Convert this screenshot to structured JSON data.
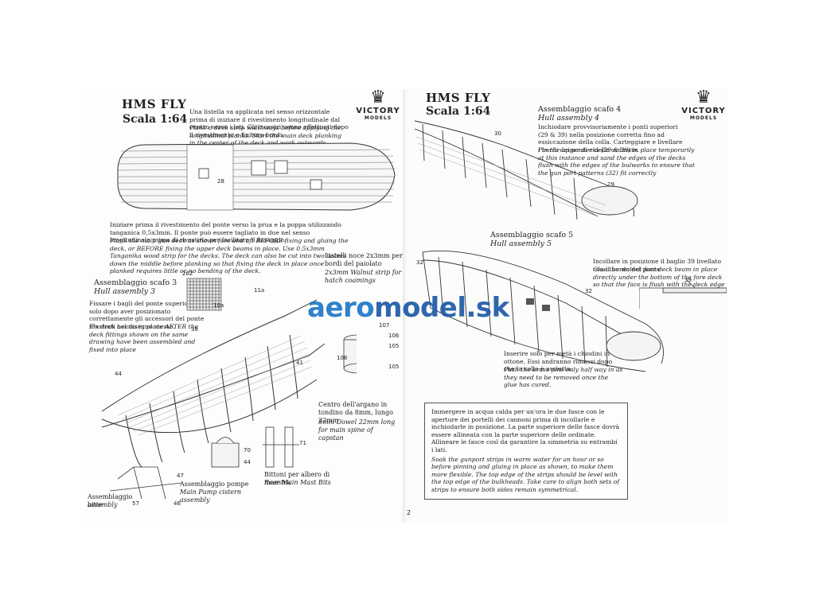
{
  "left_page": {
    "title": "HMS FLY",
    "scale": "Scala 1:64",
    "deck_note_it": "Una listella va applicata nel senso orizzontale prima di iniziare il rivestimento longitudinale dal centro verso i lati. Gli incastri vanno effettuati dopo il rivestimento e finitura bordi.",
    "deck_note_en": "Plank a deck strip widthways before applying the longitudinal planks. Start the main deck planking in the center of the deck and work outwards, trimming the edges and notched once planking is complete.",
    "planking_it": "Iniziare prima il rivestimento del ponte verso la prua e la poppa utilizzando tanganica 0,5x3mm. Il ponte può essere tagliato in due nel senso longitudinale prima di rivestirlo per facilitare il fissaggio.",
    "planking_en": "Plank the main gun deck as shown fore and aft BEFORE fixing and gluing the deck, or BEFORE fixing the upper deck beams in place. Use 0.5x3mm Tanganika wood strip for the decks. The deck can also be cut into two halves down the middle before planking so that fixing the deck in place once planked requires little or no bending of the deck.",
    "assembly_heading_it": "Assemblaggio scafo 3",
    "assembly_heading_en": "Hull assembly 3",
    "beams_it": "Fissare i bagli del ponte superiore solo dopo aver posizionato correttamente gli accessori del ponte illustrati nel disegno stesso.",
    "beams_en": "Fix deck beams in place AFTER the deck fittings shown on the same drawing have been assembled and fixed into place",
    "hatch_it": "Listelli noce 2x3mm per bordi del paiolato",
    "hatch_en": "2x3mm Walnut strip for hatch coamings",
    "capstan_it": "Centro dell'argano in tondino da 8mm, lungo 22mm",
    "capstan_en": "8mm Dowel 22mm long for main spine of capstan",
    "pump_it": "Assemblaggio pompe",
    "pump_en": "Main Pump cistern assembly",
    "bitts_it": "Bittoni per albero di maestra",
    "bitts_en": "Rear Main Mast Bits",
    "bitte_it": "Assemblaggio bitte",
    "bitte_en": "assembly",
    "part_numbers": [
      "28",
      "262",
      "10a",
      "11a",
      "38",
      "44",
      "41",
      "107",
      "106",
      "105",
      "108",
      "105",
      "70",
      "44",
      "71",
      "47",
      "57",
      "46"
    ]
  },
  "right_page": {
    "title": "HMS FLY",
    "scale": "Scala 1:64",
    "assembly4_it": "Assemblaggio scafo 4",
    "assembly4_en": "Hull assembly 4",
    "upper_deck_it": "Inchiodare provvisoriamente i ponti superiori (29 & 39) nella posizione corretta fino ad essiccazione della colla. Carteggiare e livellare i bordi dei ponti e delle ordinate.",
    "upper_deck_en": "Pin the upper decks (29 & 39) in place temporarily at this instance and sand the edges of the decks flush with the edges of the bulwarks to ensure that the gun port patterns (32) fit correctly",
    "assembly5_it": "Assemblaggio scafo 5",
    "assembly5_en": "Hull assembly 5",
    "beam39_it": "Incollare in posizione il baglio 39 livellato con il bordo del ponte",
    "beam39_en": "Glue the walnut fore deck beam in place directly under the bottom of the fore deck so that the face is flush with the deck edge",
    "pins_it": "Inserire solo per metà i chiodini in ottone. Essi andranno rimossi dopo che la colla è asciutta.",
    "pins_en": "Push the brass pins only half way in as they need to be removed once the glue has cured.",
    "box_it": "Immergere in acqua calda per un'ora le due fasce con le aperture dei portelli dei cannoni prima di incollarle e inchiodarle in posizione. La parte superiore delle fasce dovrà essere allineata con la parte superiore delle ordinate. Allineare le fasce così da garantire la simmetria su entrambi i lati.",
    "box_en": "Soak the gunport strips in warm water for an hour or so before pinning and gluing in place as shown, to make them more flexible. The top edge of the strips should be level with the top edge of the bulkheads. Take care to align both sets of strips to ensure both sides remain symmetrical.",
    "part_numbers": [
      "30",
      "29",
      "32",
      "32",
      "39"
    ],
    "page_number": "2"
  },
  "logo": {
    "name": "VICTORY",
    "sub": "MODELS"
  },
  "watermark": {
    "prefix": "aero",
    "suffix": "model.sk"
  }
}
